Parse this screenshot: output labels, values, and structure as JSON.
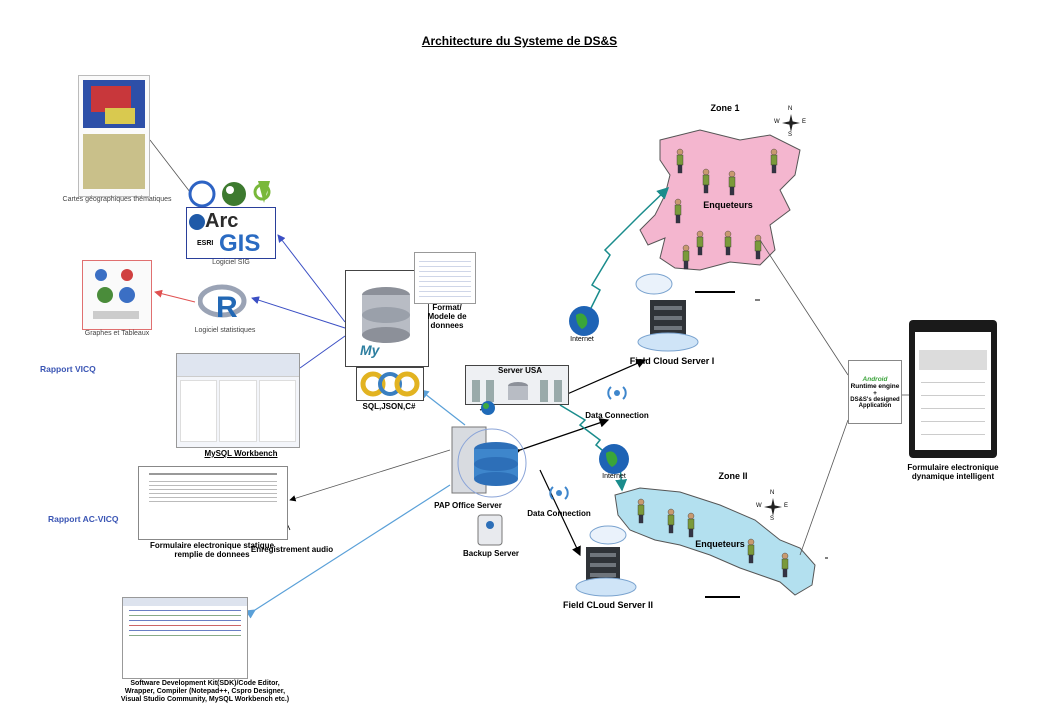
{
  "title": "Architecture du Systeme de DS&S",
  "left": {
    "maps_label": "Cartes géographiques thématiques",
    "gis_label": "Logiciel SIG",
    "arcgis_word_arc": "Arc",
    "arcgis_word_gis": "GIS",
    "arcgis_esri": "ESRI",
    "graphs_label": "Graphes et Tableaux",
    "stats_label": "Logiciel statistiques",
    "rapport_vicq": "Rapport VICQ",
    "workbench_label": "MySQL Workbench",
    "rapport_acvicq": "Rapport AC-VICQ",
    "static_form_label_1": "Formulaire electronique statique",
    "static_form_label_2": "remplie de donnees",
    "audio_label": "Enregistrement audio",
    "sdk_label_1": "Software Development Kit(SDK)/Code Editor,",
    "sdk_label_2": "Wrapper, Compiler (Notepad++, Cspro Designer,",
    "sdk_label_3": "Visual Studio Community, MySQL Workbench etc.)"
  },
  "center": {
    "format_label_1": "Format/",
    "format_label_2": "Modele de donnees",
    "sql_label": "SQL,JSON,C#",
    "server_usa": "Server USA",
    "pap_server": "PAP Office Server",
    "backup_server": "Backup Server",
    "internet_1": "Internet",
    "internet_2": "Internet",
    "data_conn_1": "Data Connection",
    "data_conn_2": "Data Connection"
  },
  "right": {
    "zone1": "Zone 1",
    "zone2": "Zone II",
    "enqueteurs_1": "Enqueteurs",
    "enqueteurs_2": "Enqueteurs",
    "field_server_1": "Field Cloud Server I",
    "field_server_2": "Field CLoud Server II",
    "android": "Android",
    "runtime_1": "Runtime engine",
    "runtime_plus": "+",
    "runtime_2": "DS&S's designed",
    "runtime_3": "Application",
    "tablet_label_1": "Formulaire electronique",
    "tablet_label_2": "dynamique intelligent",
    "compass_n": "N",
    "compass_s": "S",
    "compass_e": "E",
    "compass_w": "W"
  },
  "colors": {
    "zone1_fill": "#f4b6cf",
    "zone2_fill": "#b3e0ef",
    "teal_link": "#1a8c8c",
    "blue_link": "#3b4fc4",
    "lightblue_link": "#5aa0d8",
    "red_link": "#e05050",
    "rapport_text": "#3a55b4",
    "android_green": "#3aa33a"
  }
}
